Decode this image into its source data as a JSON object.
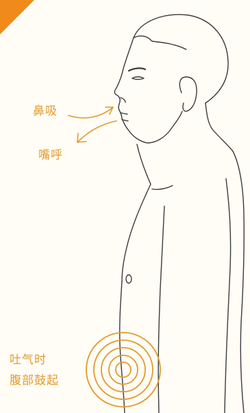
{
  "labels": {
    "nose_inhale": "鼻吸",
    "mouth_exhale": "嘴呼",
    "exhale_line1": "吐气时",
    "exhale_line2": "腹部鼓起"
  },
  "colors": {
    "accent": "#e29a2b",
    "corner": "#f08a1c",
    "outline": "#3a3a3a",
    "background": "#fffdf6"
  },
  "icons": {
    "inhale_arrow": "arrow-right-icon",
    "exhale_arrow": "arrow-down-left-icon",
    "belly_rings": "concentric-circles-icon"
  }
}
